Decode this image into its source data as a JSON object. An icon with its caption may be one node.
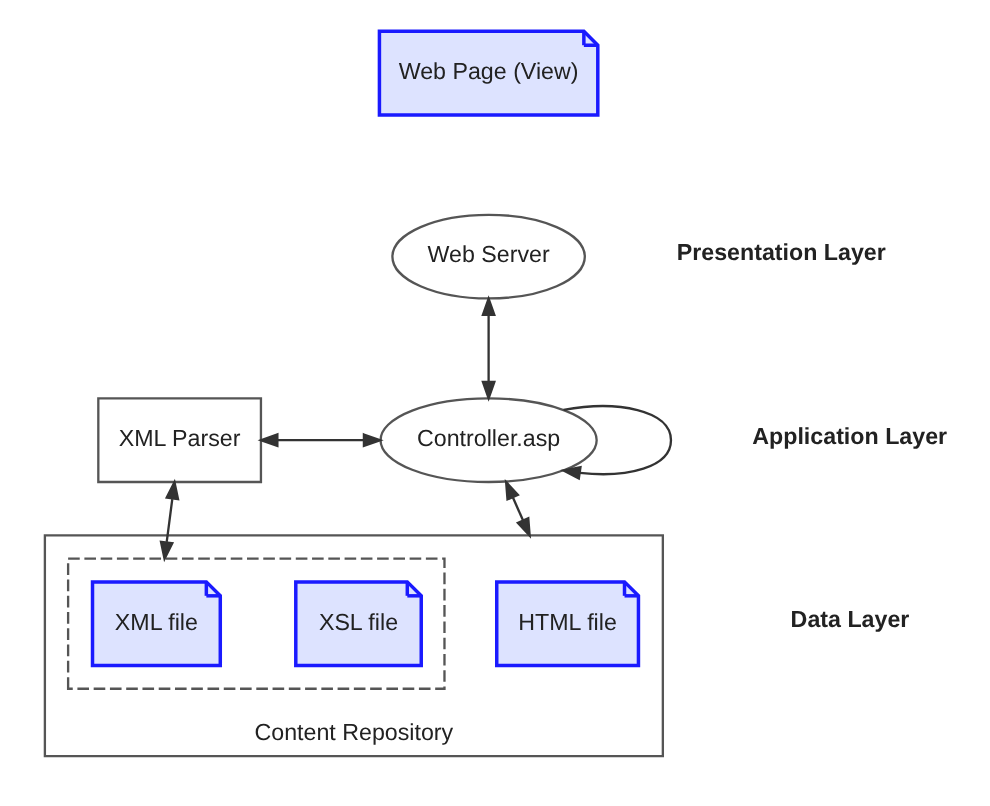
{
  "diagram": {
    "nodes": [
      {
        "text": [
          "Web Page (View)"
        ]
      },
      {
        "text": [
          "Web Server"
        ]
      },
      {
        "text": [
          "XML Parser"
        ]
      },
      {
        "text": [
          "Controller.asp"
        ]
      },
      {
        "text": [
          "Content Repository"
        ]
      },
      {
        "text": [],
        "shape": "box",
        "in": 4
      },
      {
        "text": [
          "XML file"
        ],
        "in": 5
      },
      {
        "text": [
          "XSL file"
        ],
        "in": 5
      },
      {
        "text": [
          "HTML file"
        ],
        "in": 4
      }
    ],
    "edges": [
      {
        "from": 1,
        "to": 3,
        "arrow": "both"
      },
      {
        "from": 3,
        "to": 3,
        "arrow": "to"
      },
      {
        "from": 2,
        "to": 3,
        "arrow": "both"
      },
      {
        "from": 3,
        "to": 4,
        "arrow": "both"
      },
      {
        "from": 2,
        "to": 5,
        "arrow": "both"
      }
    ],
    "labels": [
      "Presentation Layer",
      "Application Layer",
      "Data Layer"
    ]
  }
}
